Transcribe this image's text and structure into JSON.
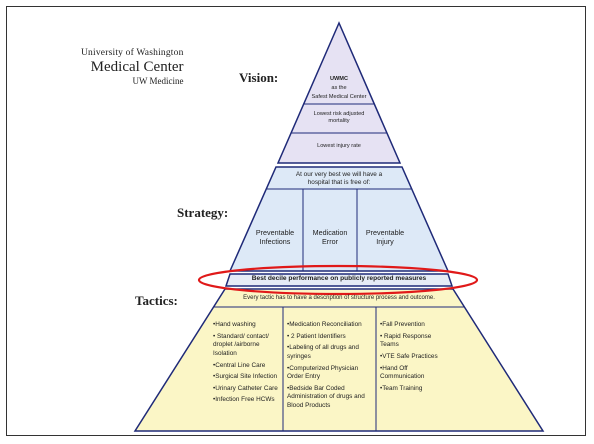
{
  "logo": {
    "line1": "University of Washington",
    "line2": "Medical Center",
    "line3": "UW Medicine"
  },
  "labels": {
    "vision": "Vision:",
    "strategy": "Strategy:",
    "tactics": "Tactics:"
  },
  "vision": {
    "top": [
      "UWMC",
      "as the",
      "Safest Medical Center"
    ],
    "row2": [
      "Lowest risk adjusted",
      "mortality"
    ],
    "row3": "Lowest injury rate"
  },
  "strategy": {
    "header": [
      "At our very best we will have a",
      "hospital that is free of:"
    ],
    "columns": [
      [
        "Preventable",
        "Infections"
      ],
      [
        "Medication",
        "Error"
      ],
      [
        "Preventable",
        "Injury"
      ]
    ]
  },
  "banner": "Best decile performance on publicly reported measures",
  "tactics": {
    "header": "Every tactic has to have a description of structure process and outcome.",
    "col1": [
      "•Hand washing",
      "• Standard/ contact/ droplet /airborne Isolation",
      "•Central Line Care",
      "•Surgical Site Infection",
      "•Urinary Catheter Care",
      "•Infection Free HCWs"
    ],
    "col2": [
      "•Medication Reconciliation",
      "• 2 Patient Identifiers",
      "•Labeling of all drugs and syringes",
      "•Computerized Physician Order Entry",
      "•Bedside Bar Coded Administration of drugs and Blood Products"
    ],
    "col3": [
      "•Fall Prevention",
      "• Rapid Response Teams",
      "•VTE Safe Practices",
      "•Hand Off Communication",
      "•Team Training"
    ]
  },
  "colors": {
    "vision_fill": "#e6e2f3",
    "strategy_fill": "#dde9f7",
    "banner_fill": "#e6ebf6",
    "tactics_fill": "#fbf6c6",
    "outline": "#1f2a78",
    "highlight": "#e01919"
  }
}
